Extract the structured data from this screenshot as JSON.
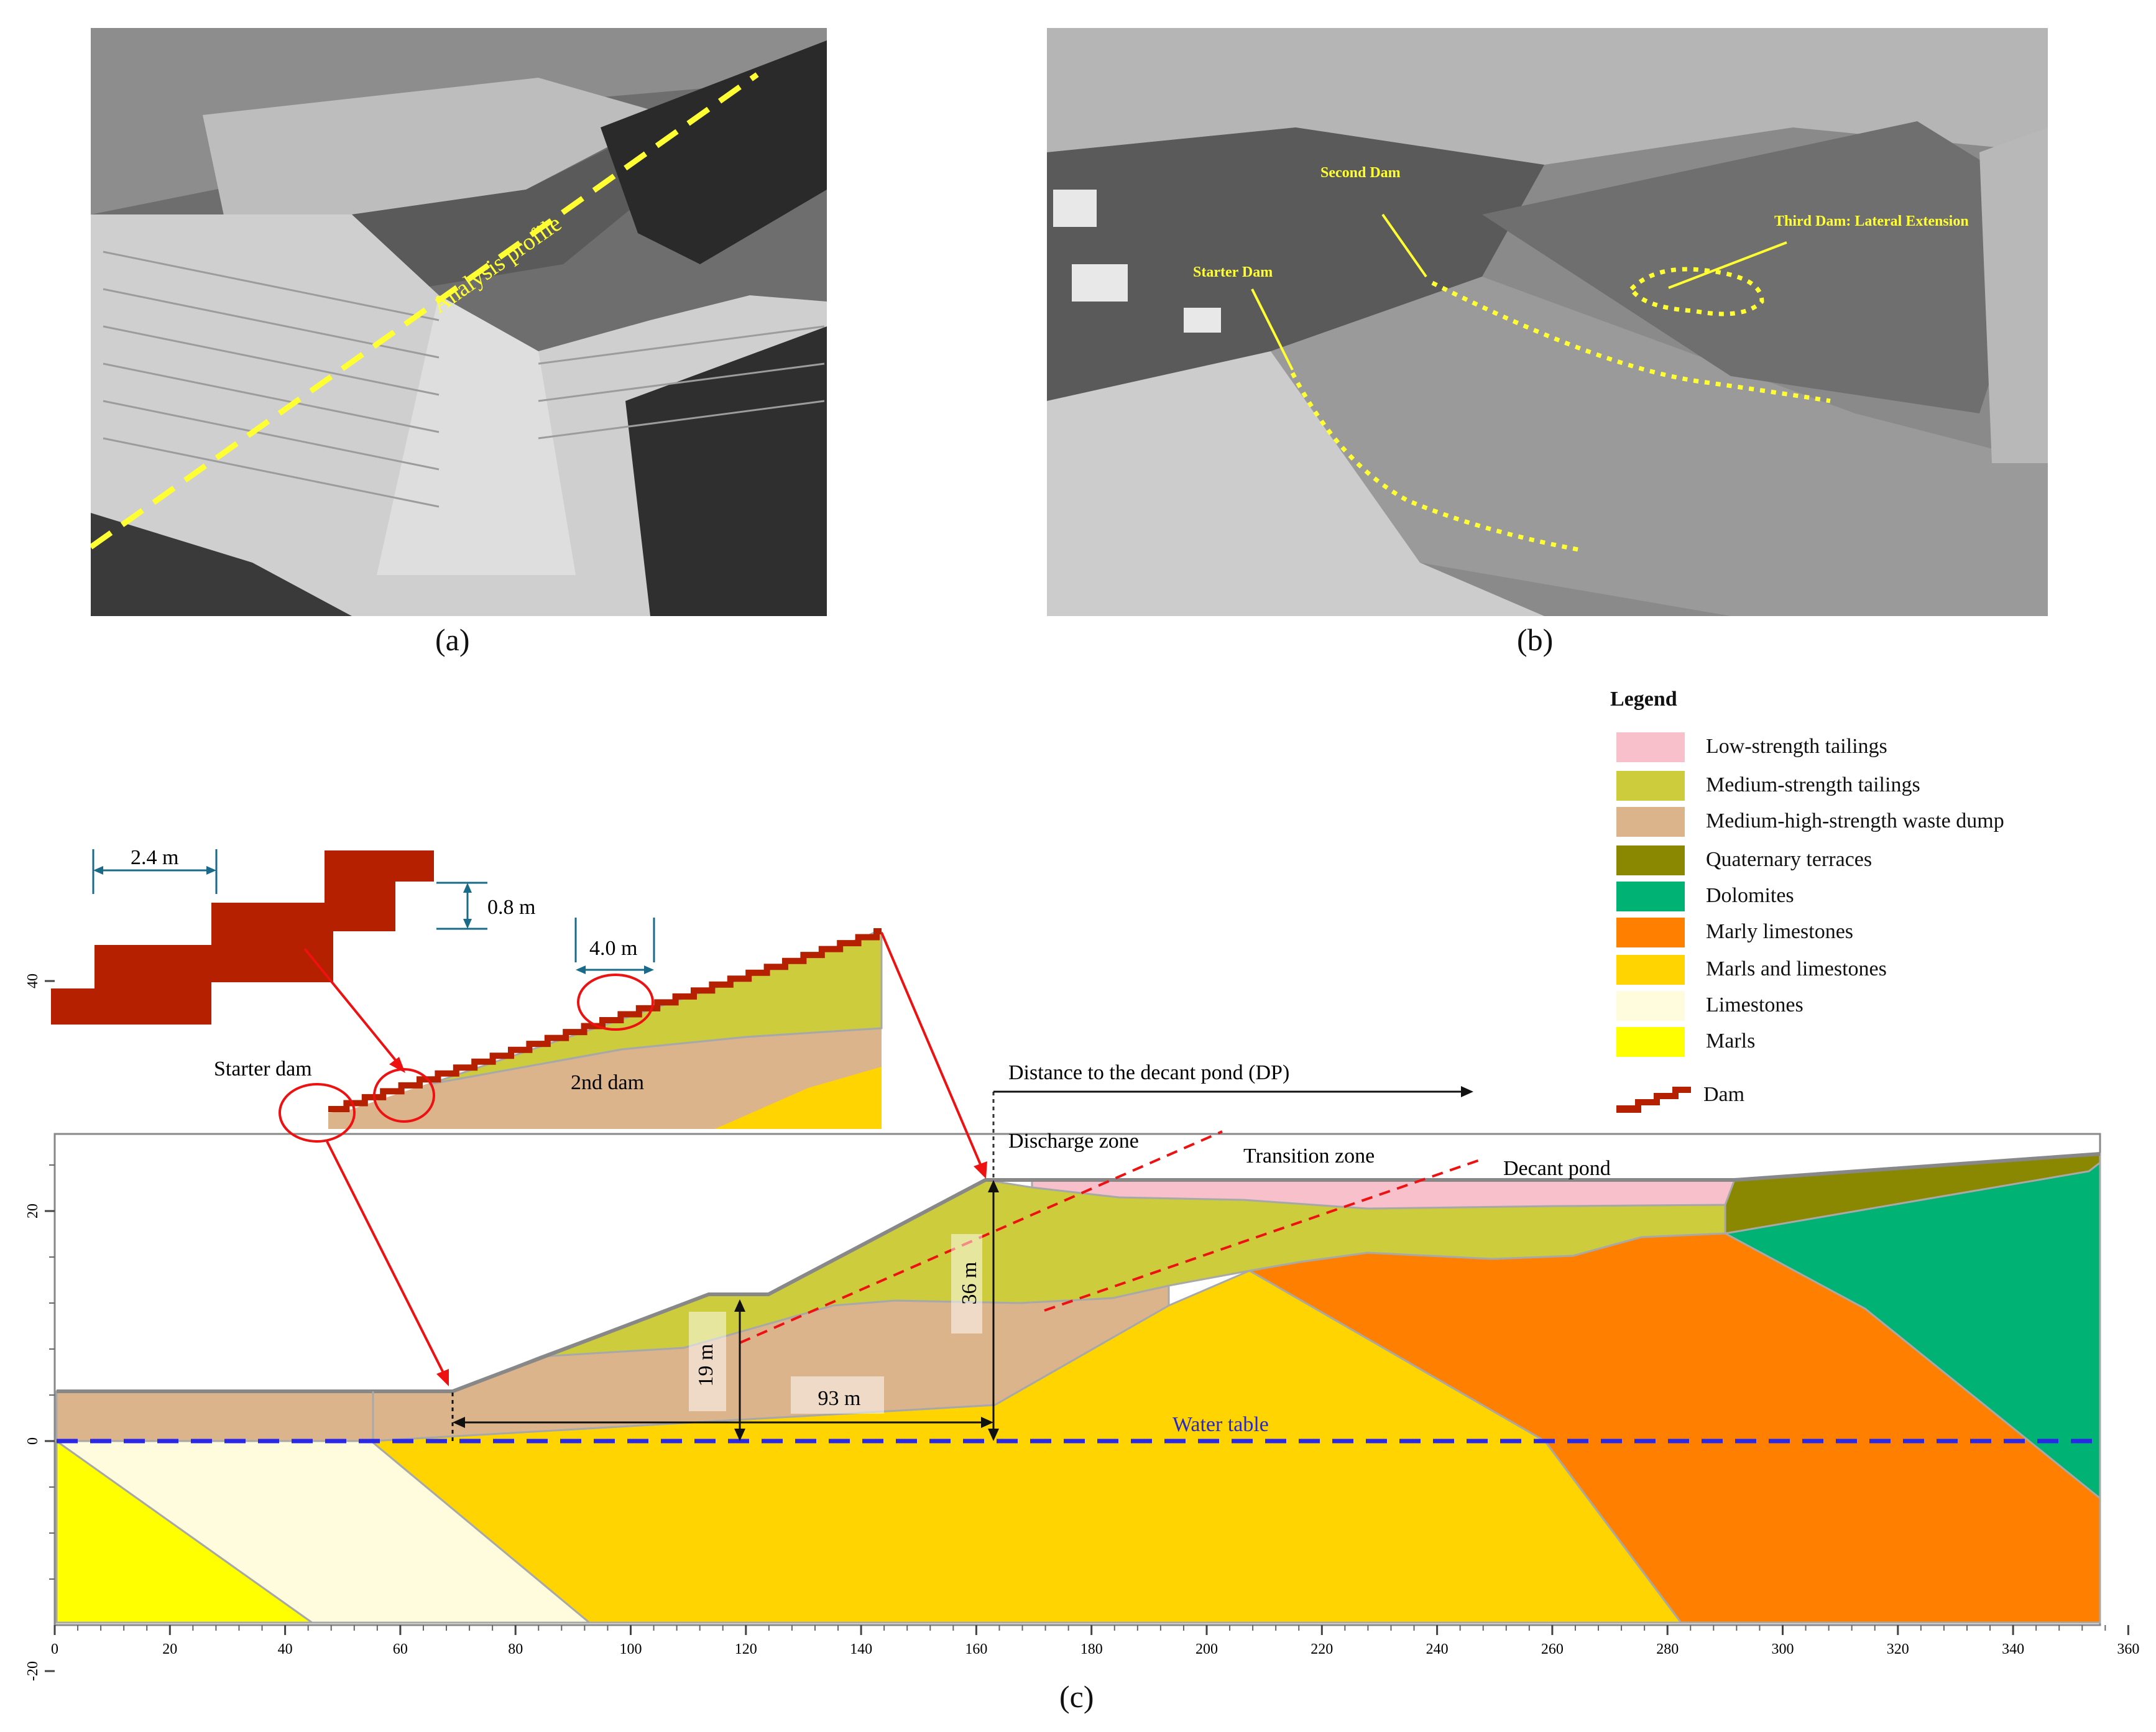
{
  "photo_a": {
    "annotation": "Analysis profile"
  },
  "photo_b": {
    "starter_dam": "Starter Dam",
    "second_dam": "Second Dam",
    "third_dam": "Third Dam: Lateral Extension"
  },
  "captions": {
    "a": "(a)",
    "b": "(b)",
    "c": "(c)"
  },
  "legend": {
    "title": "Legend",
    "items": [
      {
        "label": "Low-strength tailings",
        "color": "#f8c0cb"
      },
      {
        "label": "Medium-strength tailings",
        "color": "#cccc3c"
      },
      {
        "label": "Medium-high-strength waste dump",
        "color": "#dcb48c"
      },
      {
        "label": "Quaternary terraces",
        "color": "#8a8800"
      },
      {
        "label": "Dolomites",
        "color": "#00b274"
      },
      {
        "label": "Marly limestones",
        "color": "#ff7f00"
      },
      {
        "label": "Marls and limestones",
        "color": "#ffd400"
      },
      {
        "label": "Limestones",
        "color": "#fefcdc"
      },
      {
        "label": "Marls",
        "color": "#ffff00"
      }
    ],
    "dam_label": "Dam",
    "dam_color": "#b42000"
  },
  "section": {
    "x_ticks": [
      "0",
      "20",
      "40",
      "60",
      "80",
      "100",
      "120",
      "140",
      "160",
      "180",
      "200",
      "220",
      "240",
      "260",
      "280",
      "300",
      "320",
      "340",
      "360"
    ],
    "y_ticks": [
      "40",
      "20",
      "0",
      "-20"
    ],
    "labels": {
      "starter_dam": "Starter dam",
      "second_dam": "2nd dam",
      "dim_step_width": "2.4 m",
      "dim_step_height": "0.8 m",
      "dim_crest": "4.0 m",
      "distance_dp": "Distance to the decant pond (DP)",
      "discharge_zone": "Discharge zone",
      "transition_zone": "Transition zone",
      "decant_pond": "Decant pond",
      "water_table": "Water table",
      "dim_36": "36 m",
      "dim_19": "19 m",
      "dim_93": "93 m"
    }
  }
}
